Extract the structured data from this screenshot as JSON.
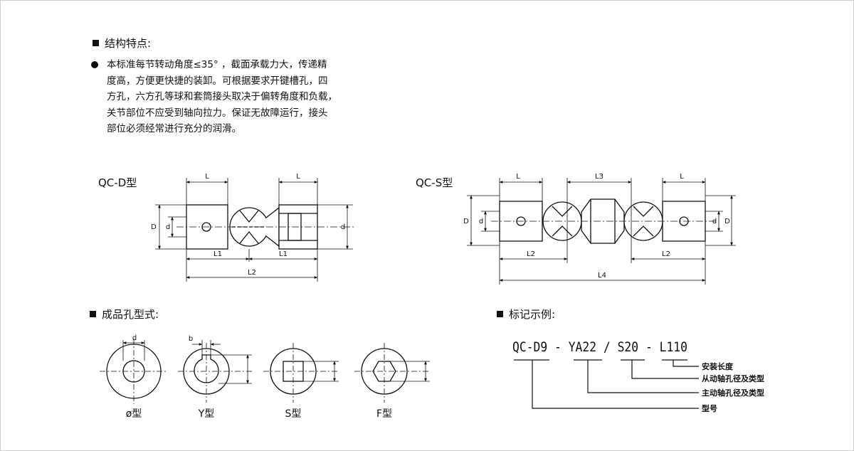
{
  "features": {
    "heading": "结构特点:",
    "lines": [
      "本标准每节转动角度≤35° ，截面承载力大，传递精",
      "度高，方便更快捷的装卸。可根据要求开键槽孔，四",
      "方孔，六方孔等球和套筒接头取决于偏转角度和负载，",
      "关节部位不应受到轴向拉力。保证无故障运行，接头",
      "部位必须经常进行充分的润滑。"
    ]
  },
  "model_d": {
    "name": "QC-D型",
    "labels": {
      "L_left": "L",
      "L_right": "L",
      "L1_left": "L1",
      "L1_right": "L1",
      "L2": "L2",
      "D": "D",
      "d_left": "d",
      "d_right": "d"
    }
  },
  "model_s": {
    "name": "QC-S型",
    "labels": {
      "L_left": "L",
      "L3": "L3",
      "L_right": "L",
      "D_left": "D",
      "d_left": "d",
      "d_right": "d",
      "D_right": "D",
      "L2_left": "L2",
      "L2_right": "L2",
      "L4": "L4"
    }
  },
  "holes": {
    "heading": "成品孔型式:",
    "types": [
      {
        "label": "ø型",
        "dim": "d"
      },
      {
        "label": "Y型",
        "dim": "b"
      },
      {
        "label": "S型",
        "dim": ""
      },
      {
        "label": "F型",
        "dim": ""
      }
    ]
  },
  "marking": {
    "heading": "标记示例:",
    "code": "QC-D9 - YA22 / S20 - L110",
    "legend": [
      "安装长度",
      "从动轴孔径及类型",
      "主动轴孔径及类型",
      "型号"
    ]
  }
}
